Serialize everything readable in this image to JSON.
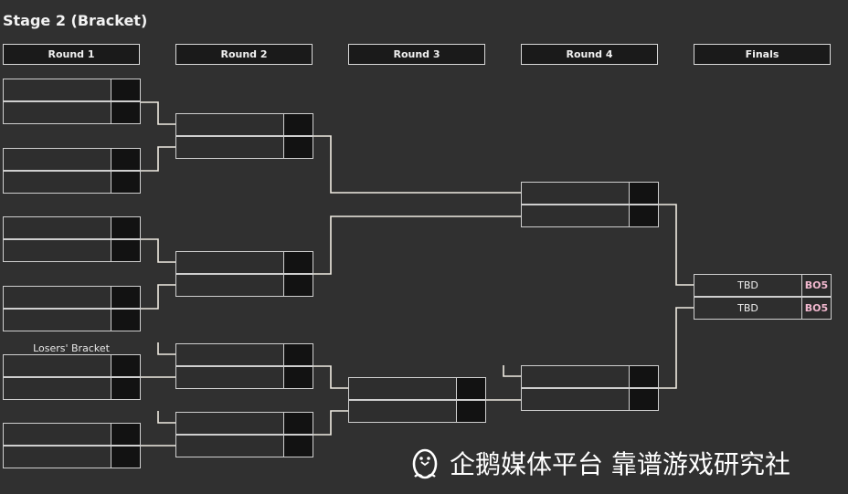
{
  "page": {
    "title": "Stage 2 (Bracket)"
  },
  "rounds": [
    "Round 1",
    "Round 2",
    "Round 3",
    "Round 4",
    "Finals"
  ],
  "losers_label": "Losers' Bracket",
  "finals": {
    "slots": [
      {
        "name": "TBD",
        "score": "BO5"
      },
      {
        "name": "TBD",
        "score": "BO5"
      }
    ]
  },
  "watermark": {
    "text": "企鹅媒体平台 靠谱游戏研究社",
    "icon": "penguin-icon"
  },
  "colors": {
    "background": "#303030",
    "score_label": "#f2b8cf",
    "lines": "#f0ece2"
  }
}
